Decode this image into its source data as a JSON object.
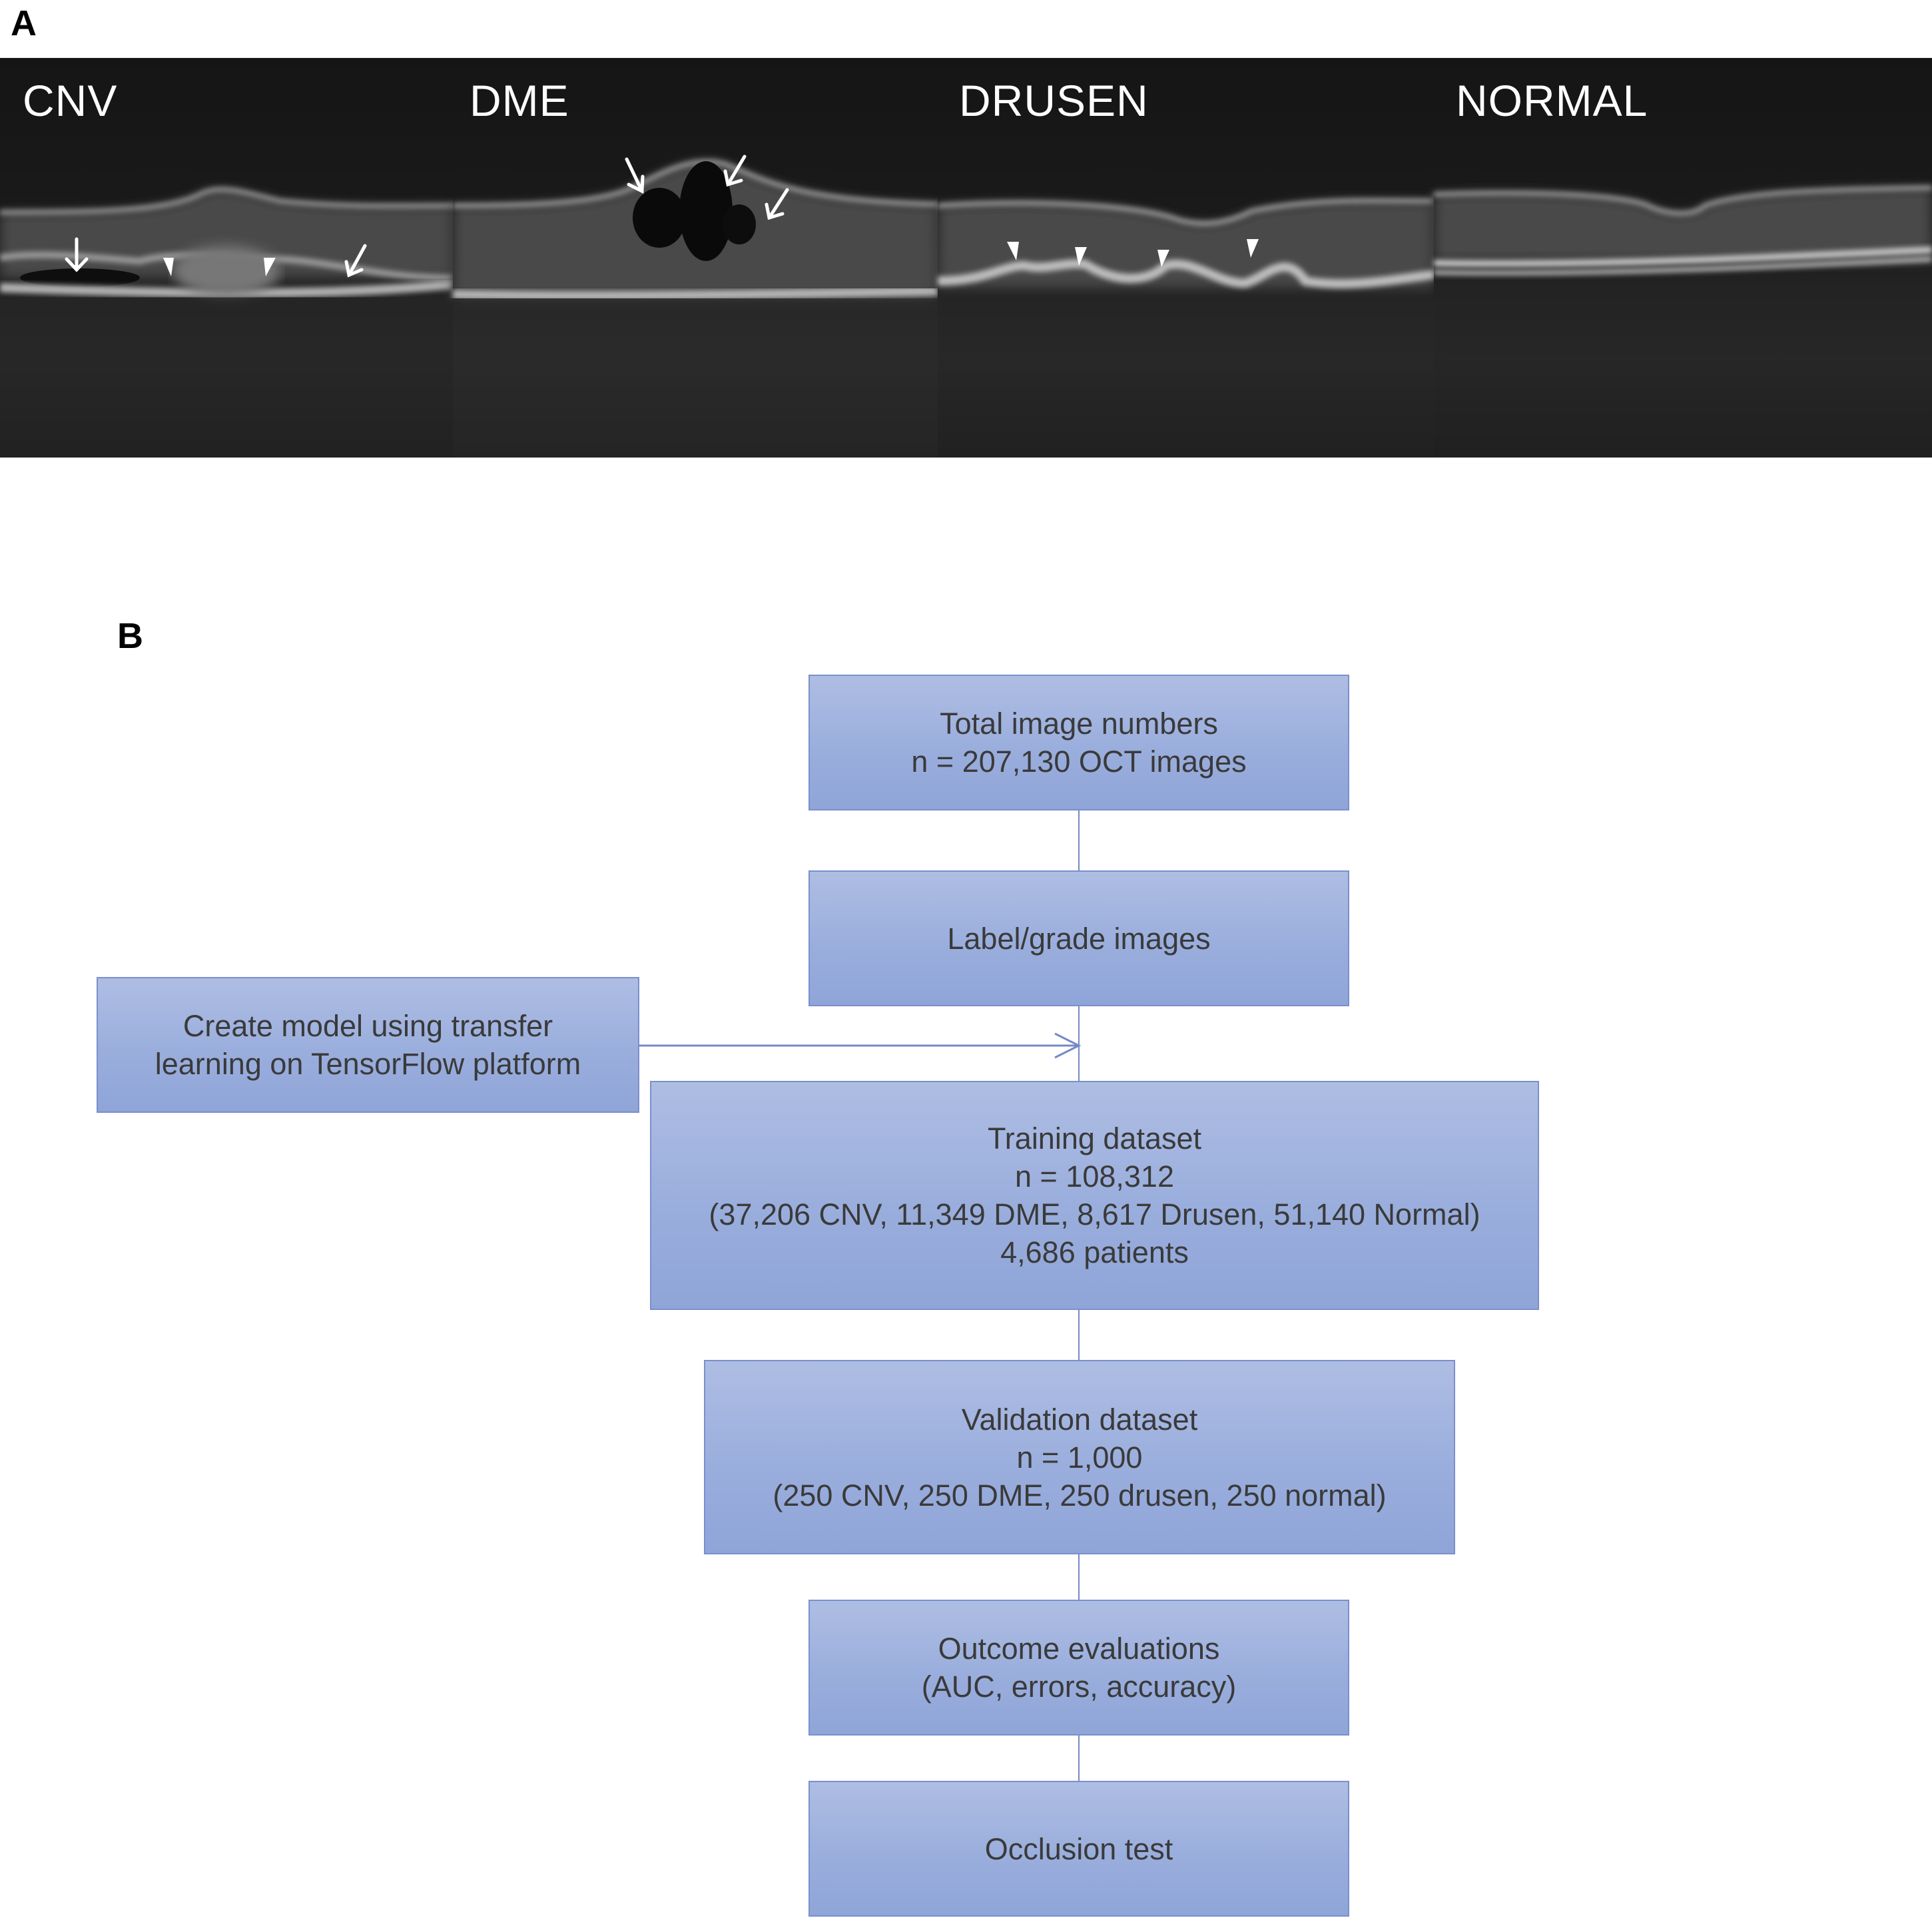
{
  "panel_a": {
    "letter": "A",
    "oct_labels": [
      "CNV",
      "DME",
      "DRUSEN",
      "NORMAL"
    ]
  },
  "panel_b": {
    "letter": "B",
    "boxes": {
      "total": {
        "lines": [
          "Total image numbers",
          "n = 207,130 OCT images"
        ]
      },
      "label": {
        "lines": [
          "Label/grade images"
        ]
      },
      "model": {
        "lines": [
          "Create model using transfer",
          "learning on TensorFlow platform"
        ]
      },
      "training": {
        "lines": [
          "Training dataset",
          "n = 108,312",
          "(37,206 CNV, 11,349 DME, 8,617 Drusen, 51,140 Normal)",
          "4,686 patients"
        ]
      },
      "validation": {
        "lines": [
          "Validation dataset",
          "n = 1,000",
          "(250 CNV, 250 DME, 250 drusen, 250 normal)"
        ]
      },
      "outcome": {
        "lines": [
          "Outcome evaluations",
          "(AUC, errors, accuracy)"
        ]
      },
      "occlusion": {
        "lines": [
          "Occlusion test"
        ]
      }
    }
  },
  "colors": {
    "box_fill_top": "#aebde3",
    "box_fill_bottom": "#8fa5d8",
    "box_border": "#7b8fcc",
    "connector": "#7589c7",
    "box_text": "#3a3a3a",
    "oct_background": "#111111",
    "oct_label": "#ffffff"
  },
  "icons": [
    "arrow-icon",
    "arrowhead-icon"
  ]
}
